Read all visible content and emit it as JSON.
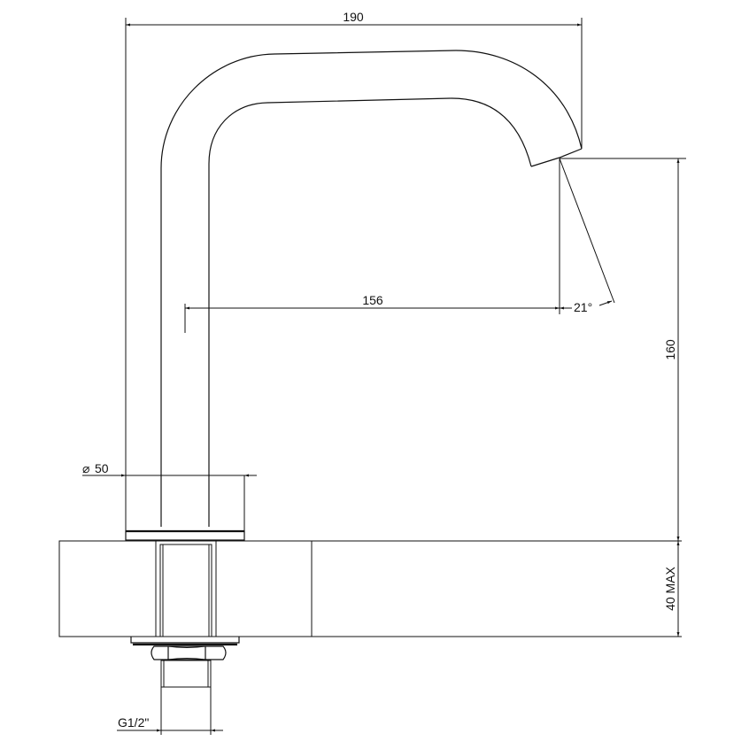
{
  "drawing": {
    "subject": "Tap / spout technical side view",
    "line_color": "#111111",
    "background": "#ffffff"
  },
  "dimensions": {
    "overall_width": "190",
    "spout_reach": "156",
    "spout_height": "160",
    "spout_angle": "21°",
    "base_diameter": "50",
    "diameter_symbol": "⌀",
    "counter_thickness": "40 MAX",
    "thread": "G1/2\""
  }
}
